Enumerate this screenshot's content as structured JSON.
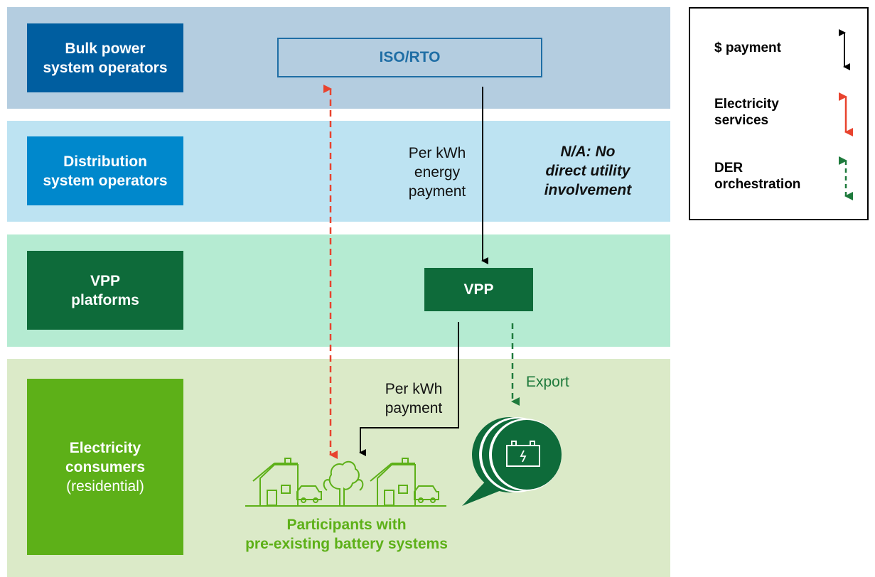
{
  "tiers": {
    "bulk": {
      "line1": "Bulk power",
      "line2": "system operators"
    },
    "distribution": {
      "line1": "Distribution",
      "line2": "system operators"
    },
    "vpp": {
      "line1": "VPP",
      "line2": "platforms"
    },
    "consumers": {
      "line1": "Electricity",
      "line2": "consumers",
      "line3": "(residential)"
    }
  },
  "nodes": {
    "iso": "ISO/RTO",
    "vpp": "VPP"
  },
  "labels": {
    "energy_payment": [
      "Per kWh",
      "energy",
      "payment"
    ],
    "na_note": [
      "N/A: No",
      "direct utility",
      "involvement"
    ],
    "kwh_payment": [
      "Per kWh",
      "payment"
    ],
    "export": "Export",
    "participants": [
      "Participants with",
      "pre-existing battery systems"
    ]
  },
  "legend": {
    "payment": "$ payment",
    "services": [
      "Electricity",
      "services"
    ],
    "orchestration": [
      "DER",
      "orchestration"
    ]
  },
  "colors": {
    "payment_arrow": "#000000",
    "services_arrow": "#e8432e",
    "orchestration_arrow": "#1e7a3c"
  }
}
